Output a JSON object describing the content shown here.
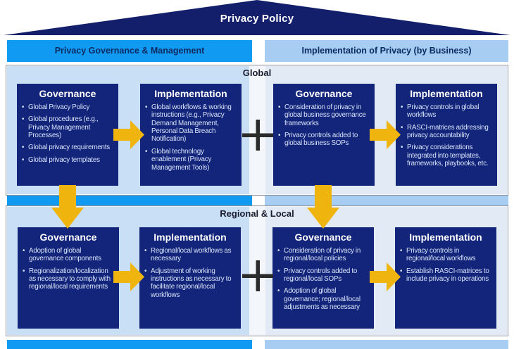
{
  "pyramid": {
    "title": "Privacy Policy"
  },
  "headers": {
    "left": "Privacy Governance & Management",
    "right": "Implementation of Privacy (by Business)"
  },
  "sections": [
    {
      "title": "Global",
      "quadrants": [
        {
          "title": "Governance",
          "items": [
            "Global Privacy Policy",
            "Global procedures (e.g., Privacy Management Processes)",
            "Global privacy requirements",
            "Global privacy templates"
          ]
        },
        {
          "title": "Implementation",
          "items": [
            "Global workflows & working instructions (e.g., Privacy Demand Management, Personal Data Breach Notification)",
            "Global technology enablement (Privacy Management Tools)"
          ]
        },
        {
          "title": "Governance",
          "items": [
            "Consideration of privacy in global business governance frameworks",
            "Privacy controls added to global business SOPs"
          ]
        },
        {
          "title": "Implementation",
          "items": [
            "Privacy controls in global workflows",
            "RASCI-matrices addressing privacy accountability",
            "Privacy considerations integrated into templates, frameworks, playbooks, etc."
          ]
        }
      ]
    },
    {
      "title": "Regional & Local",
      "quadrants": [
        {
          "title": "Governance",
          "items": [
            "Adoption of global governance components",
            "Regionalization/localization as necessary to comply with regional/local requirements"
          ]
        },
        {
          "title": "Implementation",
          "items": [
            "Regional/local workflows as necessary",
            "Adjustment of working instructions as necessary to facilitate regional/local workflows"
          ]
        },
        {
          "title": "Governance",
          "items": [
            "Consideration of privacy in regional/local policies",
            "Privacy controls added to regional/local SOPs",
            "Adoption of global governance; regional/local adjustments as necessary"
          ]
        },
        {
          "title": "Implementation",
          "items": [
            "Privacy controls in regional/local workflows",
            "Establish RASCI-matrices to include privacy in operations"
          ]
        }
      ]
    }
  ],
  "icons": {
    "flow_arrow": "right-arrow-icon",
    "cascade_arrow": "down-arrow-icon",
    "plus": "plus-icon"
  },
  "colors": {
    "pyramid_navy": "#131f6b",
    "box_navy": "#13257b",
    "bright_blue": "#119af2",
    "light_blue": "#a7cdf2",
    "left_area_bg": "#c9dff5",
    "right_area_bg": "#e1eaf5",
    "arrow_yellow": "#f0b40e",
    "bullet_text": "#d8e3f8",
    "header_text": "#0c2b63"
  }
}
